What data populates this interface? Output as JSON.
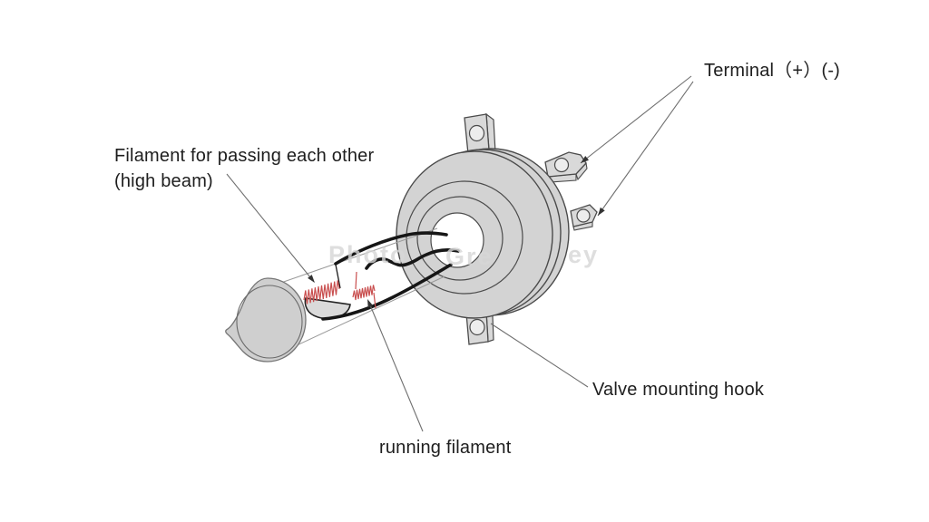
{
  "labels": {
    "filament_high_beam_line1": "Filament for passing each other",
    "filament_high_beam_line2": "(high beam)",
    "terminal": "Terminal（+）(-)",
    "valve_mounting_hook": "Valve mounting hook",
    "running_filament": "running filament"
  },
  "watermark": {
    "fragments": [
      {
        "text": "Photo"
      },
      {
        "text": "Gre"
      },
      {
        "text": "ey"
      }
    ]
  },
  "colors": {
    "metal_gray": "#d3d3d3",
    "tab_gray": "#d9d9d9",
    "hole_white": "#ffffff",
    "outline": "#4b4b4b",
    "dome_gray": "#cfcfcf",
    "dome_outline": "#757575",
    "glass_line": "#9a9a9a",
    "wire_black": "#161616",
    "filament_red": "#c94f4f",
    "leader_gray": "#6f6f6f",
    "text": "#1e1e1e"
  }
}
